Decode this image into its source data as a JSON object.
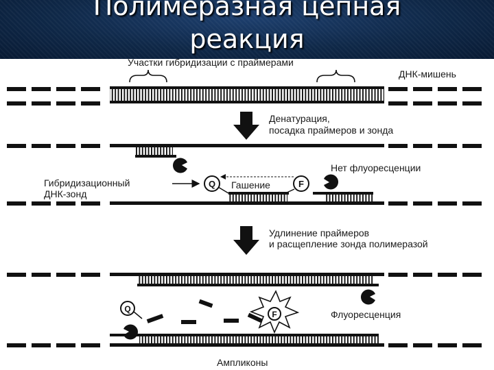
{
  "title": {
    "line1": "Полимеразная цепная",
    "line2": "реакция"
  },
  "labels": {
    "hybridization_sites": "Участки гибридизации с праймерами",
    "target_dna": "ДНК-мишень",
    "denaturation_1": "Денатурация,",
    "denaturation_2": "посадка праймеров и зонда",
    "no_fluorescence": "Нет флуоресценции",
    "probe_1": "Гибридизационный",
    "probe_2": "ДНК-зонд",
    "quenching": "Гашение",
    "elongation_1": "Удлинение праймеров",
    "elongation_2": "и расщепление зонда полимеразой",
    "fluorescence": "Флуоресценция",
    "amplicons": "Ампликоны"
  },
  "markers": {
    "quencher": "Q",
    "fluorophore": "F"
  }
}
